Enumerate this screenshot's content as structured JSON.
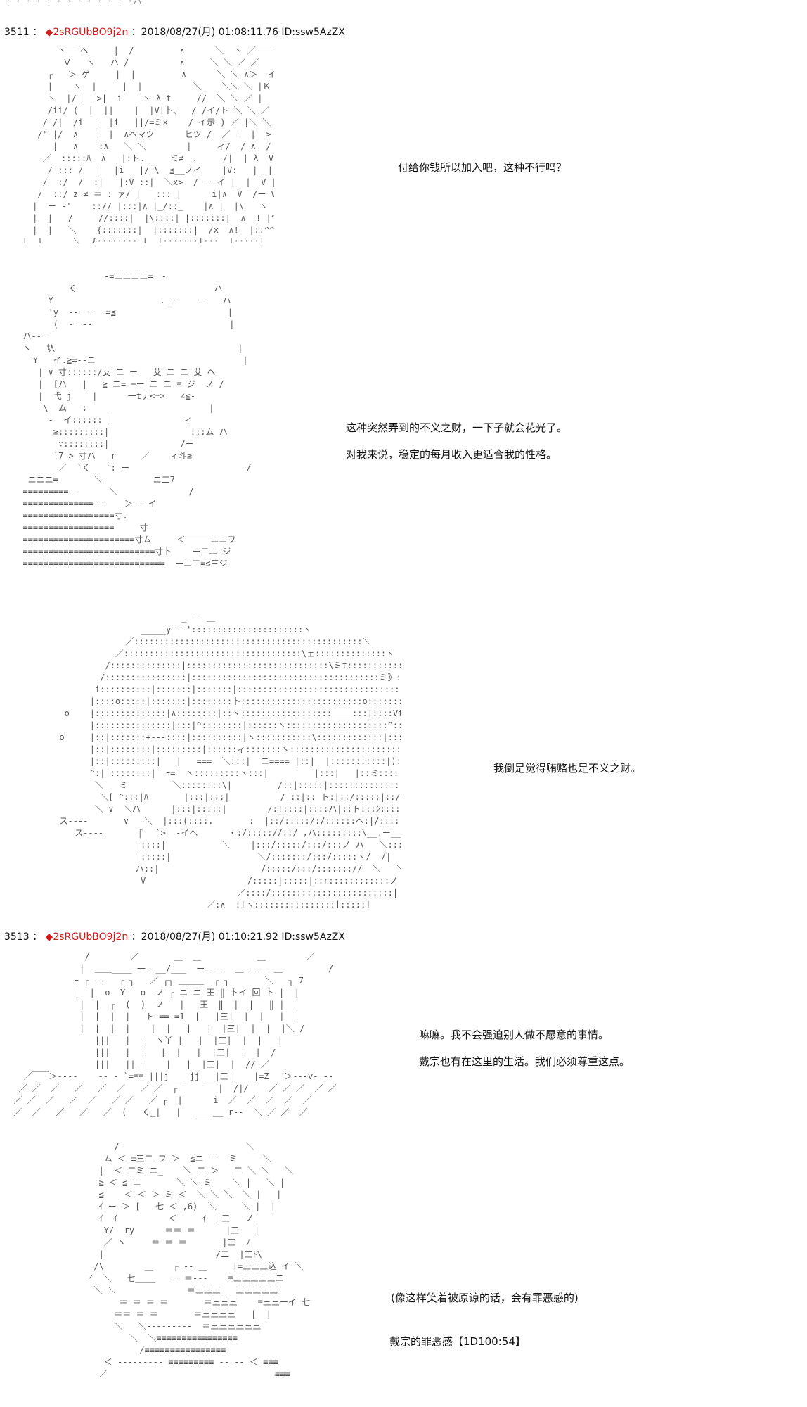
{
  "posts": [
    {
      "number": "3511",
      "sep": "：",
      "diamond": "◆",
      "trip": "2sRGUbBO9j2n",
      "date": "：2018/08/27(月) 01:08:11.76 ID:ssw5AzZX"
    },
    {
      "number": "3513",
      "sep": "：",
      "diamond": "◆",
      "trip": "2sRGUbBO9j2n",
      "date": "：2018/08/27(月) 01:10:21.92 ID:ssw5AzZX"
    }
  ],
  "dialogues": {
    "d1": "付给你钱所以加入吧，这种不行吗？",
    "d2": "这种突然弄到的不义之财，一下子就会花光了。",
    "d3": "对我来说，稳定的每月收入更适合我的性格。",
    "d4": "我倒是觉得贿赂也是不义之财。",
    "d5": "嘛嘛。我不会强迫别人做不愿意的事情。",
    "d6": "戴宗也有在这里的生活。我们必须尊重这点。",
    "d7": "(像这样笑着被原谅的话，会有罪恶感的)",
    "d8": "戴宗的罪恶感【1D100:54】"
  }
}
